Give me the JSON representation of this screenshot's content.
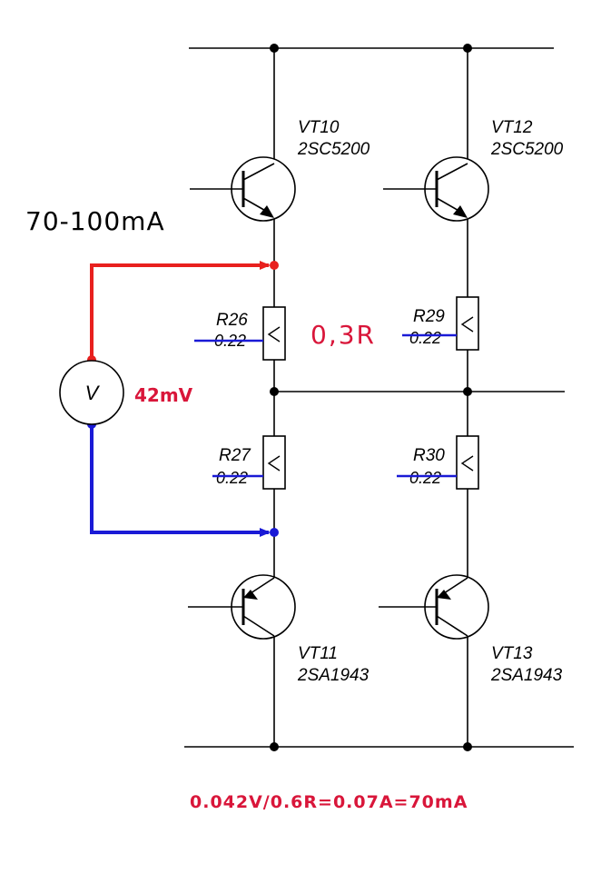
{
  "transistors": [
    {
      "ref": "VT10",
      "part": "2SC5200"
    },
    {
      "ref": "VT12",
      "part": "2SC5200"
    },
    {
      "ref": "VT11",
      "part": "2SA1943"
    },
    {
      "ref": "VT13",
      "part": "2SA1943"
    }
  ],
  "resistors": [
    {
      "ref": "R26",
      "value": "0.22"
    },
    {
      "ref": "R29",
      "value": "0.22"
    },
    {
      "ref": "R27",
      "value": "0.22"
    },
    {
      "ref": "R30",
      "value": "0.22"
    }
  ],
  "annotations": {
    "current_range": "70-100mA",
    "resistance_total": "0,3R",
    "voltage_reading": "42mV",
    "formula": "0.042V/0.6R=0.07A=70mA"
  },
  "meter": {
    "symbol": "V"
  },
  "colors": {
    "positive_probe": "#e8201e",
    "negative_probe": "#1a1ad6",
    "annotation": "#d9163a",
    "wire": "#000000"
  }
}
